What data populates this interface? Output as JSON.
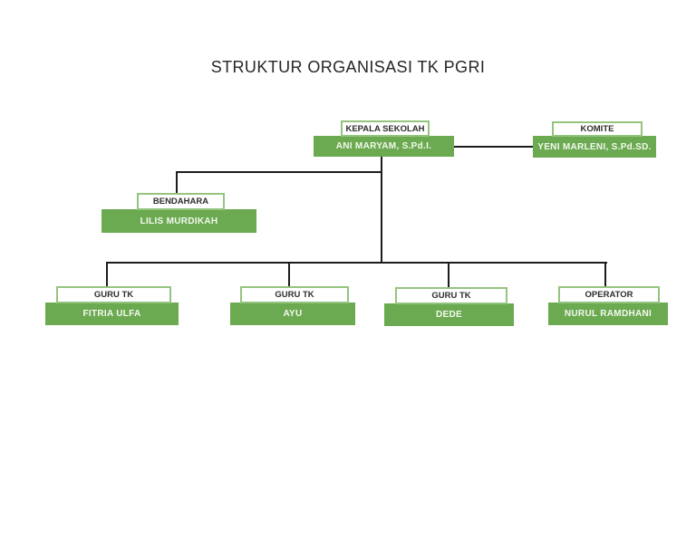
{
  "page": {
    "title": "STRUKTUR ORGANISASI TK PGRI"
  },
  "colors": {
    "node_fill_green": "#6BAA50",
    "node_border_light_green": "#95C47E",
    "connector_line": "#1C1C1C",
    "title_text": "#262626",
    "role_text": "#2D2D2D",
    "name_text": "#F4F8F0",
    "page_background": "#FFFFFF"
  },
  "org_chart": {
    "nodes": [
      {
        "id": "kepala-sekolah",
        "role": "KEPALA SEKOLAH",
        "name": "ANI MARYAM, S.Pd.I."
      },
      {
        "id": "komite",
        "role": "KOMITE",
        "name": "YENI MARLENI, S.Pd.SD."
      },
      {
        "id": "bendahara",
        "role": "BENDAHARA",
        "name": "LILIS MURDIKAH"
      },
      {
        "id": "guru-tk-1",
        "role": "GURU TK",
        "name": "FITRIA ULFA"
      },
      {
        "id": "guru-tk-2",
        "role": "GURU TK",
        "name": "AYU"
      },
      {
        "id": "guru-tk-3",
        "role": "GURU TK",
        "name": "DEDE"
      },
      {
        "id": "operator",
        "role": "OPERATOR",
        "name": "NURUL RAMDHANI"
      }
    ]
  }
}
